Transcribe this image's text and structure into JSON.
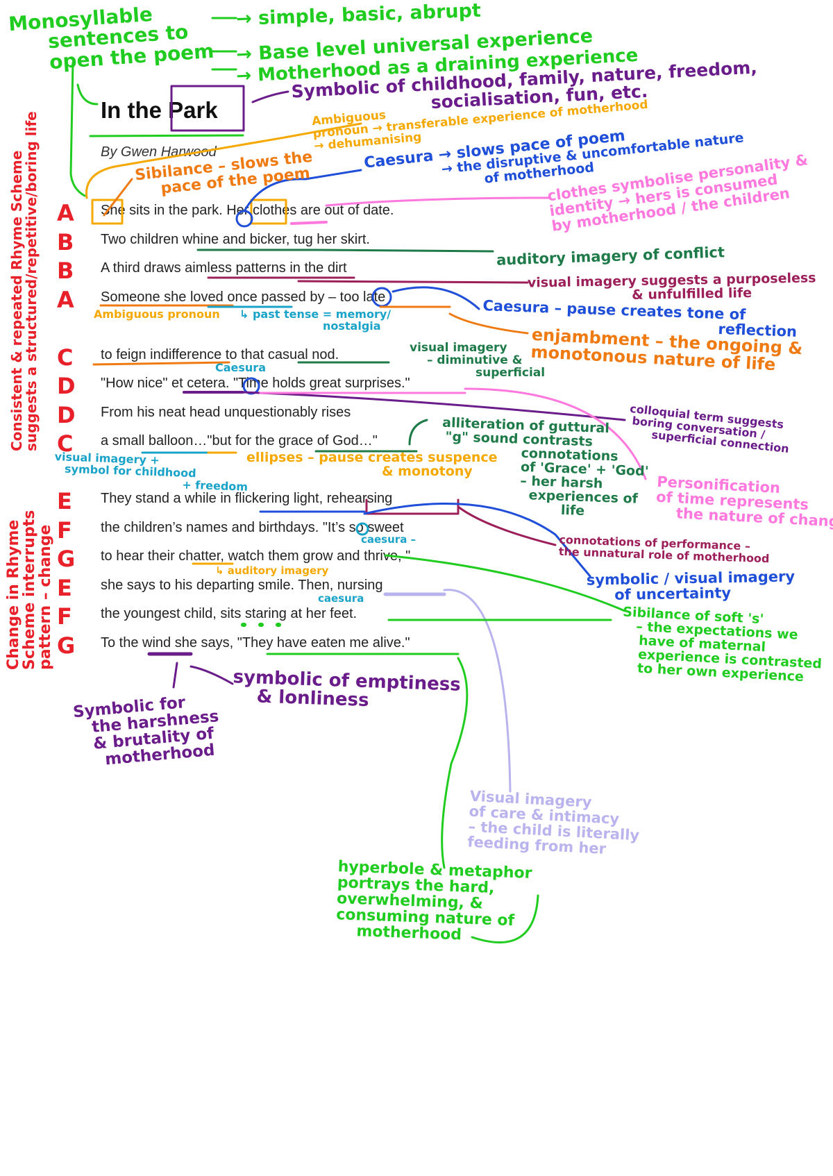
{
  "poem": {
    "title": "In the Park",
    "author": "By Gwen Harwood",
    "lines": [
      "She sits in the park. Her clothes are out of date.",
      "Two children whine and bicker, tug her skirt.",
      "A third draws aimless patterns in the dirt",
      "Someone she loved once passed by – too late",
      "to feign indifference to that casual nod.",
      "\"How nice\" et cetera. \"Time holds great surprises.\"",
      "From his neat head unquestionably rises",
      "a small balloon…\"but for the grace of God…\"",
      "They stand a while in flickering light, rehearsing",
      "the children’s names and birthdays. \"It’s so sweet",
      "to hear their chatter, watch them grow and thrive, \"",
      "she says to his departing smile. Then, nursing",
      "the youngest child, sits staring at her feet.",
      "To the wind she says, \"They have eaten me alive.\""
    ],
    "rhyme_letters": [
      "A",
      "B",
      "B",
      "A",
      "C",
      "D",
      "D",
      "C",
      "E",
      "F",
      "G",
      "E",
      "F",
      "G"
    ]
  },
  "annotations": {
    "monosyllable": [
      "Monosyllable",
      "sentences to",
      "open the poem"
    ],
    "simple": "→ simple, basic, abrupt",
    "base_level": "→ Base level universal experience",
    "draining": "→ Motherhood as a draining experience",
    "park_symbolic": [
      "Symbolic of childhood, family, nature, freedom,",
      "socialisation, fun, etc."
    ],
    "ambiguous_pronoun_top": [
      "Ambiguous",
      "pronoun → transferable experience of motherhood",
      "→ dehumanising"
    ],
    "caesura_top": [
      "Caesura → slows pace of poem",
      "→ the disruptive & uncomfortable nature",
      "of motherhood"
    ],
    "sibilance_top": [
      "Sibilance – slows the",
      "pace of the poem"
    ],
    "clothes": [
      "clothes symbolise personality &",
      "identity → hers is consumed",
      "by motherhood / the children"
    ],
    "auditory_conflict": "auditory imagery of conflict",
    "visual_purposeless": [
      "visual imagery suggests a purposeless",
      "& unfulfilled life"
    ],
    "ambiguous_pronoun": "Ambiguous pronoun",
    "past_tense": [
      "↳ past tense = memory/",
      "nostalgia"
    ],
    "caesura_reflection": [
      "Caesura – pause creates tone of",
      "reflection"
    ],
    "enjambment": [
      "enjambment – the ongoing &",
      "monotonous nature of life"
    ],
    "visual_diminutive": [
      "visual imagery",
      "– diminutive &",
      "superficial"
    ],
    "caesura_small": "Caesura",
    "colloquial": [
      "colloquial term suggests",
      "boring conversation /",
      "superficial connection"
    ],
    "alliteration": [
      "alliteration of guttural",
      "\"g\" sound contrasts",
      "connotations",
      "of 'Grace' + 'God'",
      "– her harsh",
      "experiences of",
      "life"
    ],
    "ellipses": [
      "ellipses – pause creates suspence",
      "& monotony"
    ],
    "balloon": [
      "visual imagery +",
      "symbol for childhood",
      "+ freedom"
    ],
    "personification": [
      "Personification",
      "of time represents",
      "the nature of change"
    ],
    "performance": [
      "connotations of performance –",
      "the unnatural role of motherhood"
    ],
    "caesura_chatter": "caesura –",
    "auditory_imagery": "↳ auditory imagery",
    "uncertainty": [
      "symbolic / visual imagery",
      "of uncertainty"
    ],
    "caesura_nursing": "caesura",
    "sibilance_soft": [
      "Sibilance of soft 's'",
      "– the expectations we",
      "have of maternal",
      "experience is contrasted",
      "to her own experience"
    ],
    "emptiness": [
      "symbolic of emptiness",
      "& lonliness"
    ],
    "harshness": [
      "Symbolic for",
      "the harshness",
      "& brutality of",
      "motherhood"
    ],
    "care_intimacy": [
      "Visual imagery",
      "of care & intimacy",
      "– the child is literally",
      "feeding from her"
    ],
    "hyperbole": [
      "hyperbole & metaphor",
      "portrays the hard,",
      "overwhelming, &",
      "consuming nature of",
      "motherhood"
    ],
    "consistent_scheme": [
      "Consistent & repeated Rhyme Scheme",
      "suggests a structured/repetitive/boring life"
    ],
    "change_scheme": [
      "Change in Rhyme",
      "Scheme interrupts",
      "pattern – change"
    ]
  },
  "colors": {
    "green": "#1fcc1f",
    "purple": "#6a1d8a",
    "orange": "#f07a12",
    "gold": "#f5a800",
    "blue": "#1f4fd8",
    "pink": "#ff78dd",
    "dark_green": "#1e7a48",
    "maroon": "#9c1f5a",
    "teal": "#1aa3c8",
    "red": "#e8202a",
    "lavender": "#b9b3ee"
  }
}
